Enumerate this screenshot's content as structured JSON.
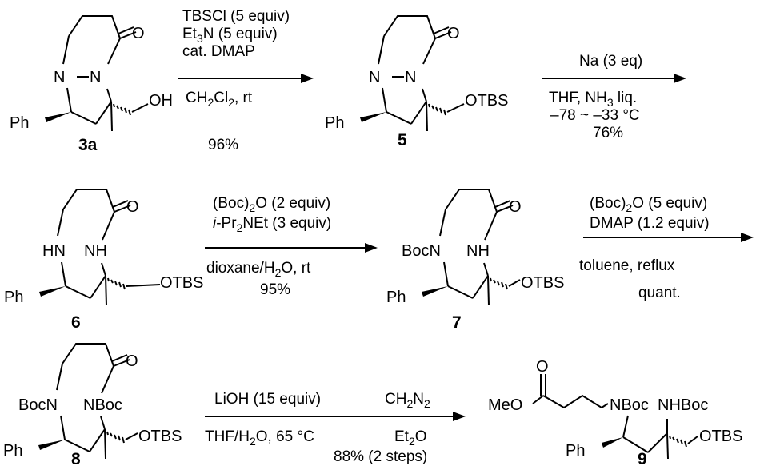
{
  "compounds": {
    "c3a": {
      "label": "3a",
      "atoms": {
        "o": "O",
        "n1": "N",
        "n2": "N",
        "ph": "Ph",
        "oh": "OH"
      }
    },
    "c5": {
      "label": "5",
      "atoms": {
        "o": "O",
        "n1": "N",
        "n2": "N",
        "ph": "Ph",
        "otbs": "OTBS"
      }
    },
    "c6": {
      "label": "6",
      "atoms": {
        "o": "O",
        "hn": "HN",
        "nh": "NH",
        "ph": "Ph",
        "otbs": "OTBS"
      }
    },
    "c7": {
      "label": "7",
      "atoms": {
        "o": "O",
        "bocn": "BocN",
        "nh": "NH",
        "ph": "Ph",
        "otbs": "OTBS"
      }
    },
    "c8": {
      "label": "8",
      "atoms": {
        "o": "O",
        "bocn": "BocN",
        "nboc": "NBoc",
        "ph": "Ph",
        "otbs": "OTBS"
      }
    },
    "c9": {
      "label": "9",
      "atoms": {
        "o": "O",
        "meo": "MeO",
        "nboc": "NBoc",
        "nhboc": "NHBoc",
        "ph": "Ph",
        "otbs": "OTBS"
      }
    }
  },
  "steps": {
    "s1": {
      "above": [
        "TBSCl (5 equiv)",
        "Et3N (5 equiv)",
        "cat. DMAP"
      ],
      "below": [
        "CH2Cl2, rt",
        "96%"
      ]
    },
    "s2": {
      "above": [
        "Na (3 eq)"
      ],
      "below": [
        "THF, NH3 liq.",
        "–78 ~ –33 °C",
        "76%"
      ]
    },
    "s3": {
      "above": [
        "(Boc)2O (2 equiv)",
        "i-Pr2NEt (3 equiv)"
      ],
      "below": [
        "dioxane/H2O, rt",
        "95%"
      ]
    },
    "s4": {
      "above": [
        "(Boc)2O (5 equiv)",
        "DMAP (1.2 equiv)"
      ],
      "below": [
        "toluene, reflux",
        "quant."
      ]
    },
    "s5a": {
      "above": [
        "LiOH (15 equiv)"
      ],
      "below": [
        "THF/H2O, 65 °C"
      ]
    },
    "s5b": {
      "above": [
        "CH2N2"
      ],
      "below": [
        "Et2O"
      ]
    },
    "s5_yield": "88% (2 steps)"
  }
}
